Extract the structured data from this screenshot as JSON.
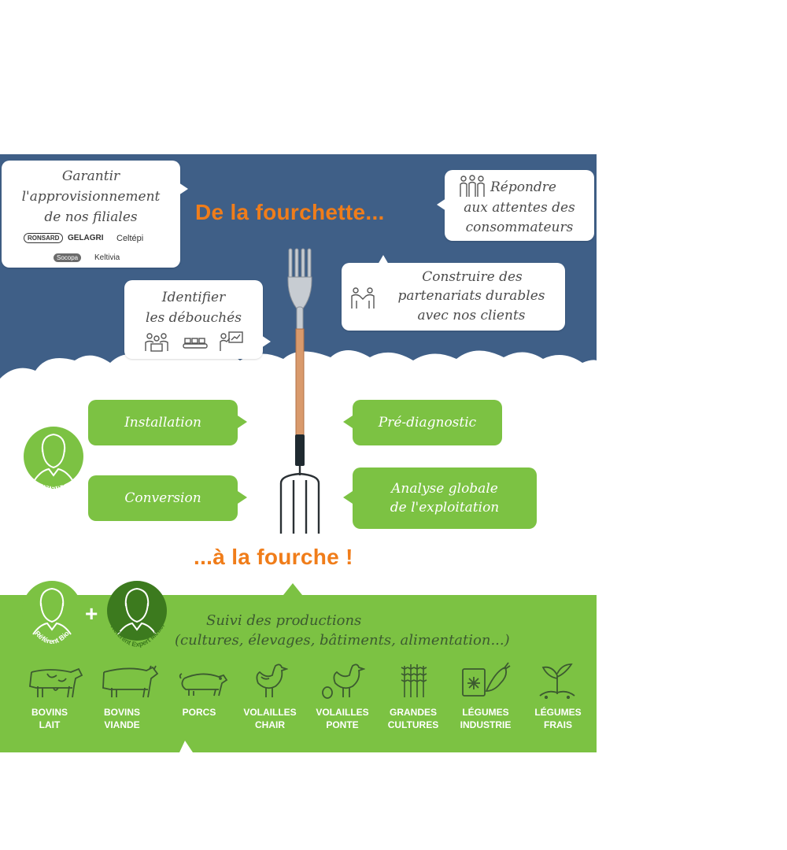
{
  "top_title": "De la fourchette...",
  "bottom_title": "...à la fourche !",
  "bubbles": {
    "supply": {
      "lines": [
        "Garantir",
        "l'approvisionnement",
        "de nos filiales"
      ],
      "logos": [
        "RONSARD",
        "GELAGRI",
        "Celtépi",
        "Socopa",
        "Keltivia"
      ]
    },
    "outlets": {
      "lines": [
        "Identifier",
        "les débouchés"
      ]
    },
    "consumers": {
      "lines": [
        "Répondre",
        "aux attentes des",
        "consommateurs"
      ]
    },
    "partners": {
      "lines": [
        "Construire des",
        "partenariats durables",
        "avec nos clients"
      ]
    }
  },
  "services": {
    "installation": "Installation",
    "conversion": "Conversion",
    "prediag": "Pré-diagnostic",
    "analyse": [
      "Analyse globale",
      "de l'exploitation"
    ]
  },
  "referents": {
    "bio": "Référent Bio",
    "expert": "Référent Expert Métier",
    "plus": "+"
  },
  "suivi": {
    "line1": "Suivi des productions",
    "line2": "(cultures, élevages, bâtiments, alimentation...)"
  },
  "productions": [
    {
      "icon": "dairy-cow-icon",
      "lines": [
        "BOVINS",
        "LAIT"
      ]
    },
    {
      "icon": "beef-cow-icon",
      "lines": [
        "BOVINS",
        "VIANDE"
      ]
    },
    {
      "icon": "pig-icon",
      "lines": [
        "PORCS",
        ""
      ]
    },
    {
      "icon": "chicken-icon",
      "lines": [
        "VOLAILLES",
        "CHAIR"
      ]
    },
    {
      "icon": "hen-egg-icon",
      "lines": [
        "VOLAILLES",
        "PONTE"
      ]
    },
    {
      "icon": "wheat-icon",
      "lines": [
        "GRANDES",
        "CULTURES"
      ]
    },
    {
      "icon": "frozen-vegetables-icon",
      "lines": [
        "LÉGUMES",
        "INDUSTRIE"
      ]
    },
    {
      "icon": "sprout-icon",
      "lines": [
        "LÉGUMES",
        "FRAIS"
      ]
    }
  ],
  "colors": {
    "navy": "#3f5f87",
    "green": "#7cc243",
    "orange": "#f07d1a",
    "dark_green": "#3c7a1e"
  }
}
